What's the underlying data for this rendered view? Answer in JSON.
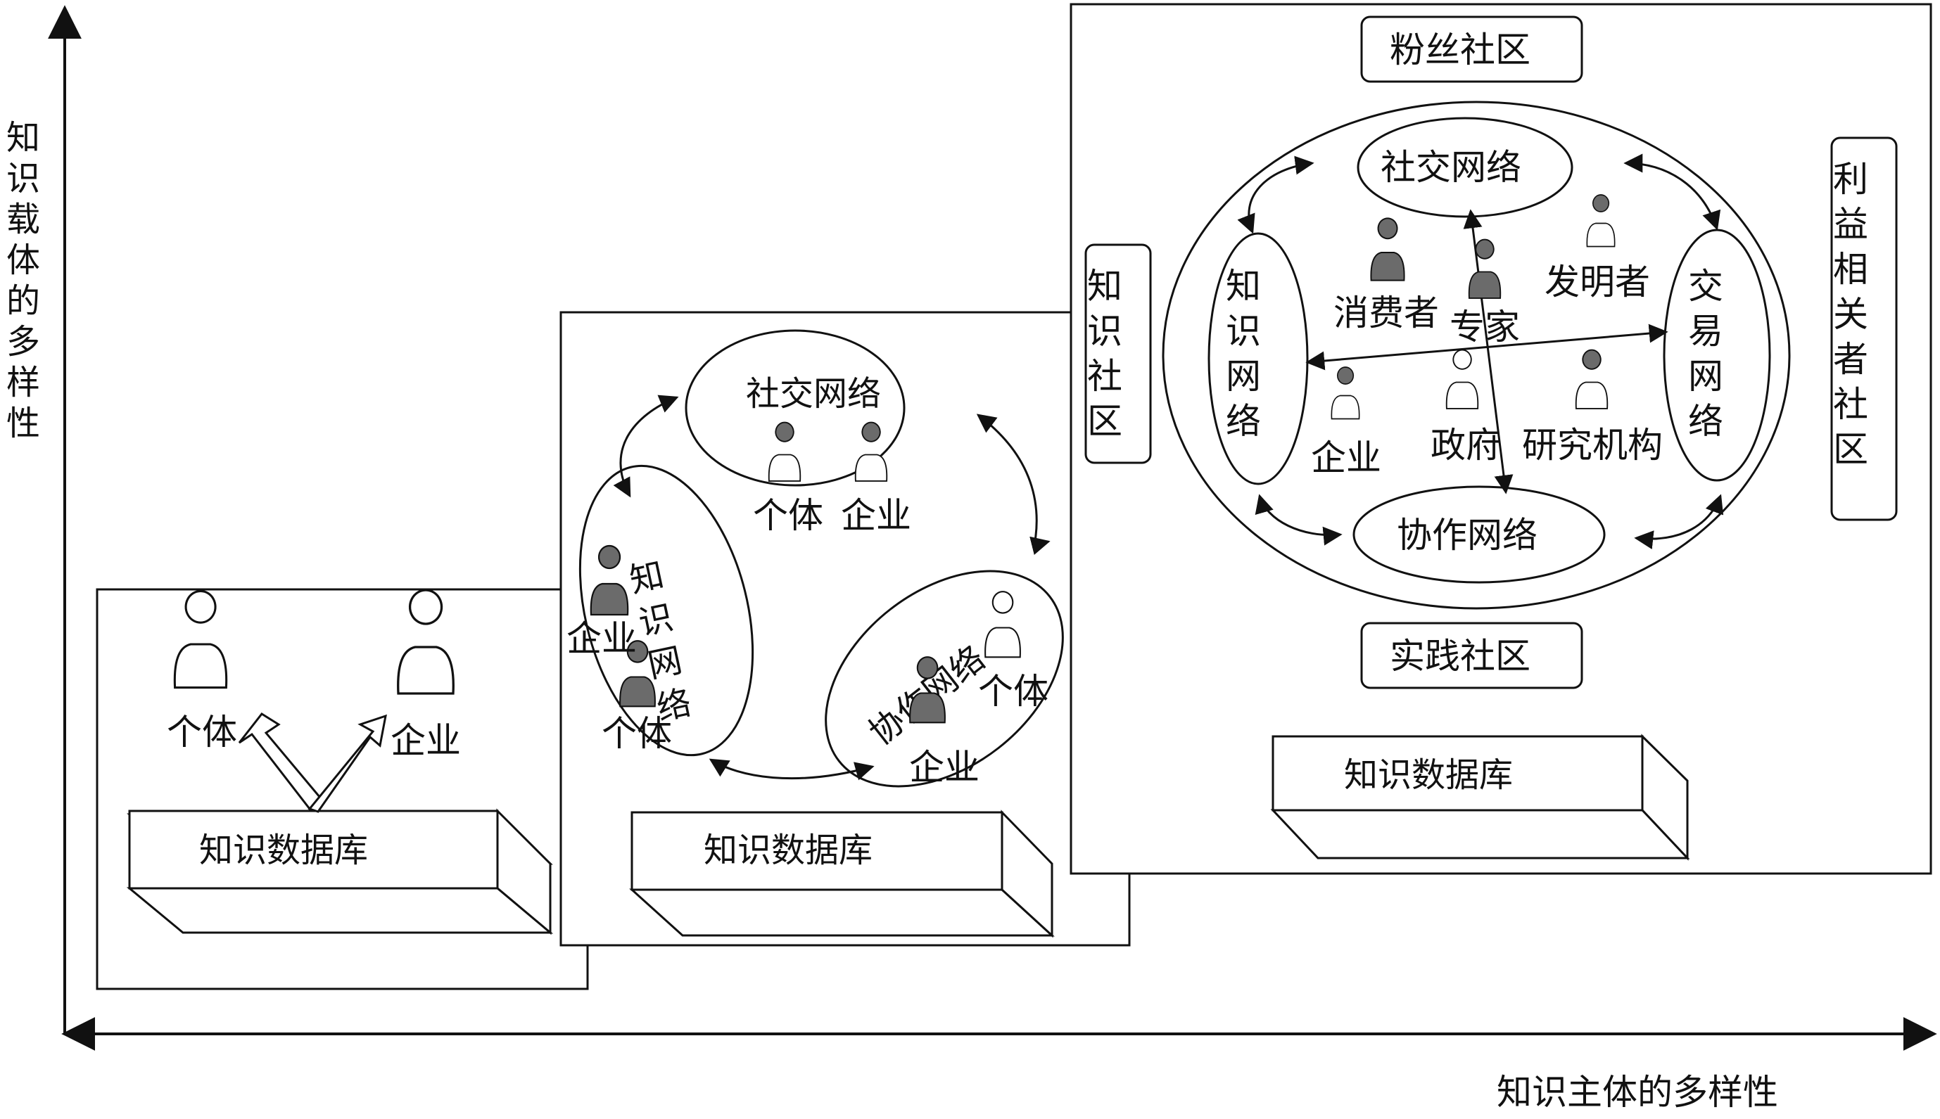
{
  "axes": {
    "y_label": "知识载体的多样性",
    "x_label": "知识主体的多样性"
  },
  "panel1": {
    "database": "知识数据库",
    "people": [
      "个体",
      "企业"
    ]
  },
  "panel2": {
    "database": "知识数据库",
    "social_network": "社交网络",
    "social_people": [
      "个体",
      "企业"
    ],
    "knowledge_network": "知识网络",
    "knowledge_people": [
      "企业",
      "个体"
    ],
    "collab_network": "协作网络",
    "collab_people": [
      "个体",
      "企业"
    ]
  },
  "panel3": {
    "database": "知识数据库",
    "fan_community": "粉丝社区",
    "practice_community": "实践社区",
    "knowledge_community": "知识社区",
    "stakeholder_community": "利益相关者社区",
    "social_network": "社交网络",
    "collab_network": "协作网络",
    "knowledge_network": "知识网络",
    "trade_network": "交易网络",
    "actors": {
      "consumer": "消费者",
      "expert": "专家",
      "inventor": "发明者",
      "enterprise": "企业",
      "government": "政府",
      "research": "研究机构"
    }
  },
  "colors": {
    "line": "#111111",
    "person_fill_dark": "#6b6b6b",
    "person_fill_light": "#ffffff"
  }
}
